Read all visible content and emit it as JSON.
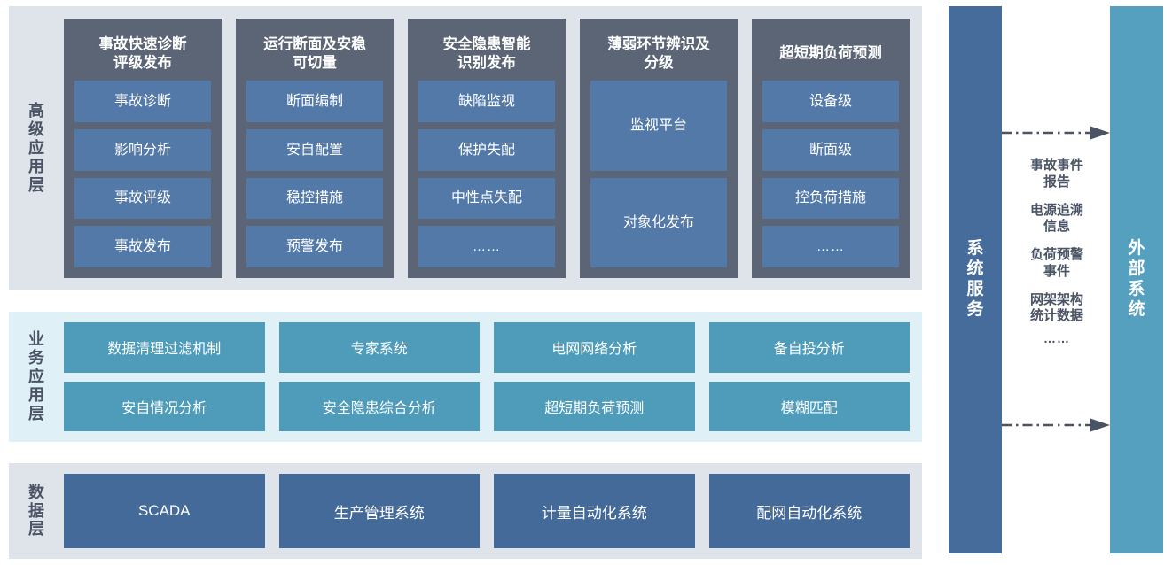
{
  "layers": [
    {
      "id": "advanced-application-layer",
      "label": "高级应用层",
      "columns": [
        {
          "title": "事故快速诊断\n评级发布",
          "items": [
            "事故诊断",
            "影响分析",
            "事故评级",
            "事故发布"
          ]
        },
        {
          "title": "运行断面及安稳\n可切量",
          "items": [
            "断面编制",
            "安自配置",
            "稳控措施",
            "预警发布"
          ]
        },
        {
          "title": "安全隐患智能\n识别发布",
          "items": [
            "缺陷监视",
            "保护失配",
            "中性点失配",
            "……"
          ]
        },
        {
          "title": "薄弱环节辨识及\n分级",
          "items": [
            "监视平台",
            "对象化发布"
          ]
        },
        {
          "title": "超短期负荷预测",
          "items": [
            "设备级",
            "断面级",
            "控负荷措施",
            "……"
          ]
        }
      ]
    },
    {
      "id": "business-application-layer",
      "label": "业务应用层",
      "rows": [
        [
          "数据清理过滤机制",
          "专家系统",
          "电网网络分析",
          "备自投分析"
        ],
        [
          "安自情况分析",
          "安全隐患综合分析",
          "超短期负荷预测",
          "模糊匹配"
        ]
      ]
    },
    {
      "id": "data-layer",
      "label": "数据层",
      "rows": [
        [
          "SCADA",
          "生产管理系统",
          "计量自动化系统",
          "配网自动化系统"
        ]
      ]
    }
  ],
  "right_side": {
    "system_service_label": "系统服务",
    "external_system_label": "外部系统",
    "flow_labels": [
      "事故事件\n报告",
      "电源追溯\n信息",
      "负荷预警\n事件",
      "网架架构\n统计数据"
    ],
    "flow_ellipsis": "……"
  },
  "colors": {
    "panel_gray": "#dfe3ea",
    "panel_blue_tint": "#dff0f6",
    "column_dark": "#5c6575",
    "item_blue": "#5279a8",
    "item_teal": "#4f9cba",
    "item_navy": "#436a99",
    "bar_navy": "#466c9b",
    "bar_teal": "#56a0bf",
    "label_text": "#4a5464",
    "arrow": "#4a5464"
  }
}
